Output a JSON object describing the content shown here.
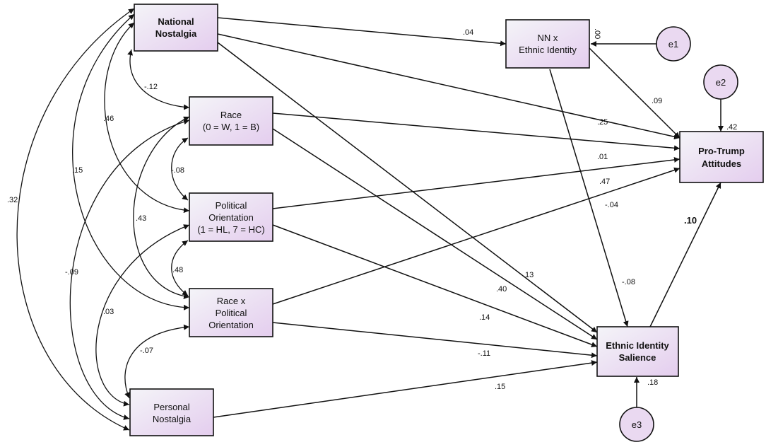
{
  "nodes": {
    "national_nostalgia": [
      "National",
      "Nostalgia"
    ],
    "race": [
      "Race",
      "(0 = W, 1 = B)"
    ],
    "political_orientation": [
      "Political",
      "Orientation",
      "(1 = HL, 7 = HC)"
    ],
    "race_x_political": [
      "Race x",
      "Political",
      "Orientation"
    ],
    "personal_nostalgia": [
      "Personal",
      "Nostalgia"
    ],
    "nn_x_ethnic": [
      "NN x",
      "Ethnic Identity"
    ],
    "pro_trump": [
      "Pro-Trump",
      "Attitudes"
    ],
    "ethnic_salience": [
      "Ethnic Identity",
      "Salience"
    ],
    "e1": "e1",
    "e2": "e2",
    "e3": "e3"
  },
  "coefficients": {
    "nn_to_nnxe": ".04",
    "nnxe_variance": ".00",
    "nn_to_trump": ".25",
    "nnxe_to_trump": ".09",
    "e2_variance": ".42",
    "race_to_trump": ".01",
    "pol_to_trump": ".47",
    "racexpol_to_trump": "-.04",
    "nnxe_to_salience": "-.08",
    "salience_to_trump": ".10",
    "nn_to_salience": ".13",
    "race_to_salience": ".40",
    "pol_to_salience": ".14",
    "racexpol_to_salience": "-.11",
    "pn_to_salience": ".15",
    "e3_variance": ".18",
    "cov_nn_race": "-.12",
    "cov_nn_pol": ".46",
    "cov_nn_rxp": ".15",
    "cov_nn_pn": ".32",
    "cov_race_pol": "-.08",
    "cov_race_rxp": ".43",
    "cov_race_pn": "-.09",
    "cov_pol_rxp": ".48",
    "cov_pol_pn": ".03",
    "cov_rxp_pn": "-.07"
  }
}
